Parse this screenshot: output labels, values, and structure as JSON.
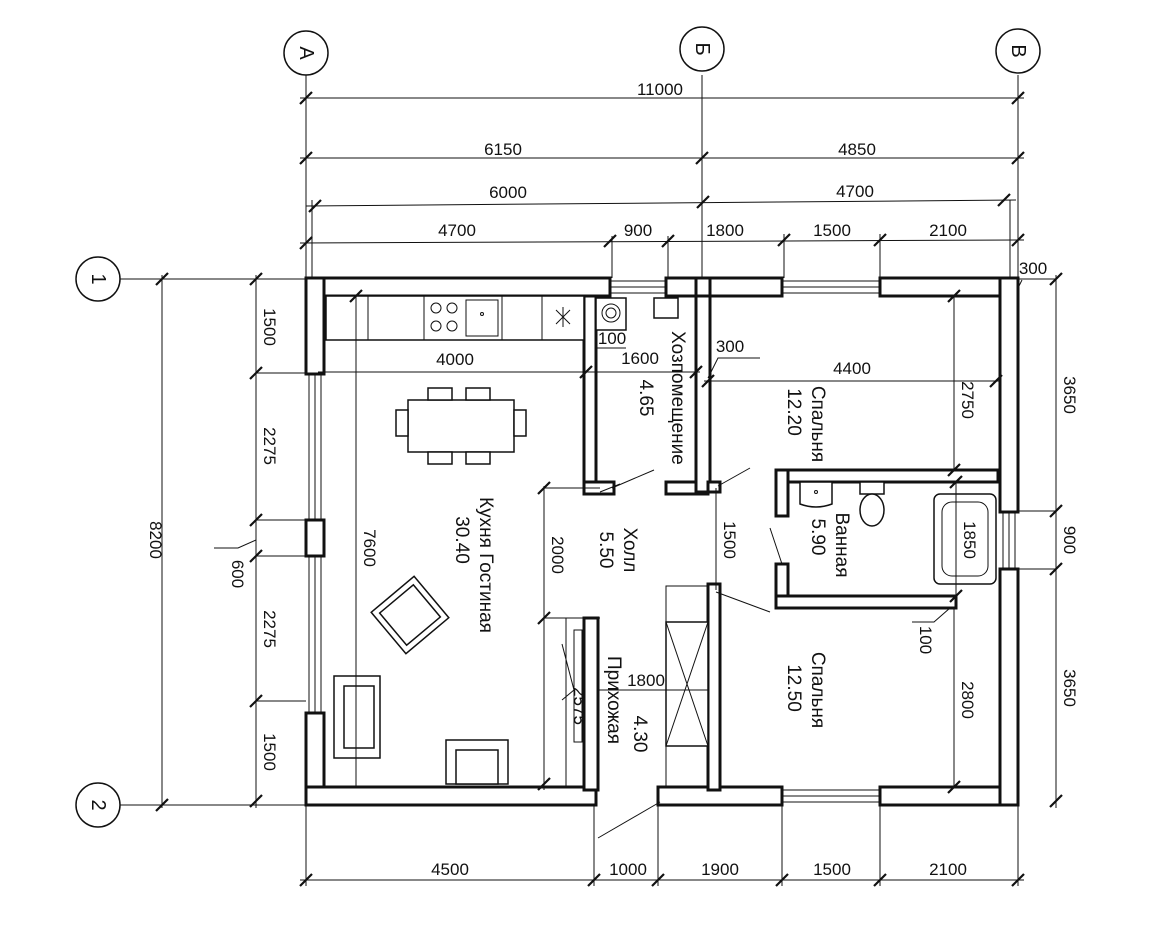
{
  "axes": {
    "a": "А",
    "b": "Б",
    "v": "В",
    "r1": "1",
    "r2": "2"
  },
  "dims_top": {
    "total": "11000",
    "left_6150": "6150",
    "right_4850": "4850",
    "left_6000": "6000",
    "right_4700": "4700",
    "seg_4700": "4700",
    "seg_900": "900",
    "seg_1800": "1800",
    "seg_1500": "1500",
    "seg_2100": "2100",
    "seg_300": "300"
  },
  "dims_bottom": {
    "seg_4500": "4500",
    "seg_1000": "1000",
    "seg_1900": "1900",
    "seg_1500": "1500",
    "seg_2100": "2100"
  },
  "dims_left": {
    "total": "8200",
    "seg_1500_top": "1500",
    "seg_2275_a": "2275",
    "seg_600": "600",
    "seg_2275_b": "2275",
    "seg_1500_bottom": "1500"
  },
  "dims_right": {
    "seg_3650_top": "3650",
    "seg_900": "900",
    "seg_3650_bottom": "3650"
  },
  "dims_inner": {
    "kitchen_4000": "4000",
    "kitchen_7600": "7600",
    "store_100": "100",
    "store_1600": "1600",
    "bed_300": "300",
    "bed_4400": "4400",
    "bed_2750": "2750",
    "hall_2000": "2000",
    "hall_1500": "1500",
    "bath_1850": "1850",
    "bath_100": "100",
    "bed2_2800": "2800",
    "entry_2575": "2575",
    "entry_1800": "1800"
  },
  "rooms": {
    "kitchen_name": "Кухня  Гостиная",
    "kitchen_area": "30.40",
    "storage_name": "Хозпомещение",
    "storage_area": "4.65",
    "bedroom1_name": "Спальня",
    "bedroom1_area": "12.20",
    "hall_name": "Холл",
    "hall_area": "5.50",
    "bath_name": "Ванная",
    "bath_area": "5.90",
    "entry_name": "Прихожая",
    "entry_area": "4.30",
    "bedroom2_name": "Спальня",
    "bedroom2_area": "12.50"
  }
}
